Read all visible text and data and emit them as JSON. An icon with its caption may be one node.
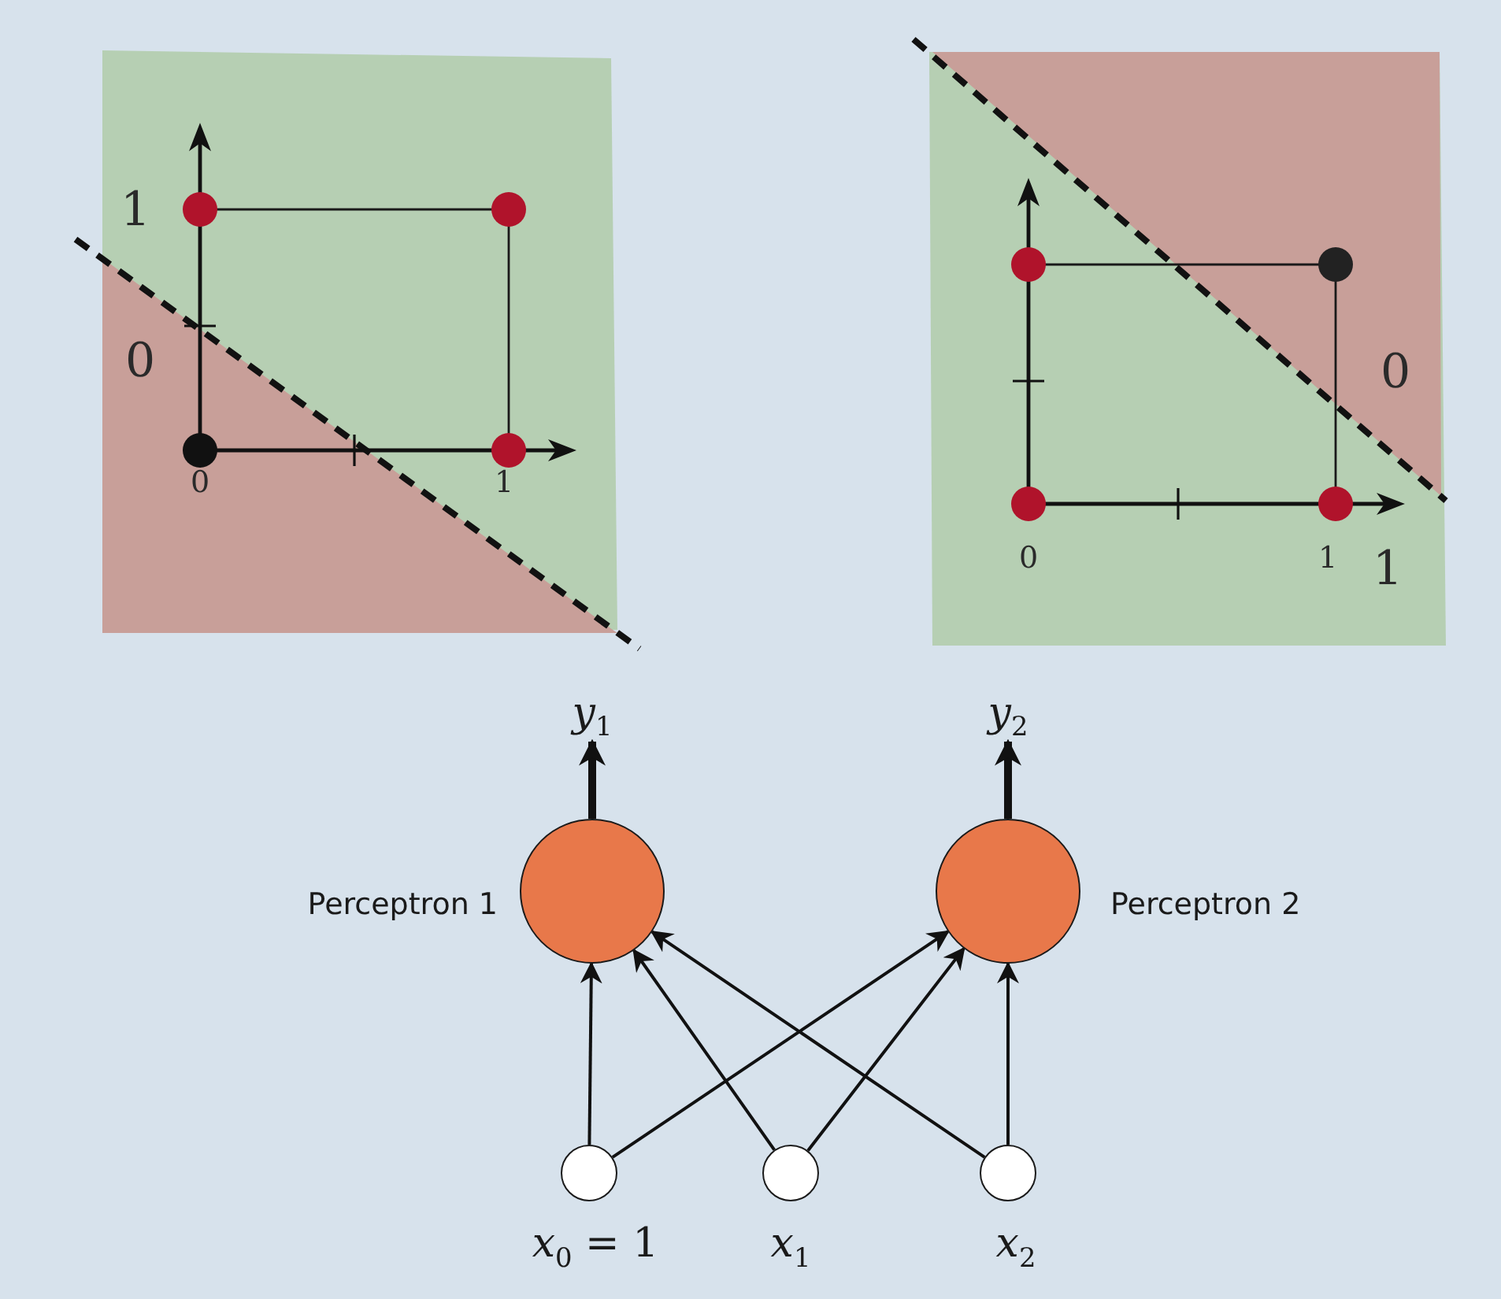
{
  "diagram": {
    "nodes": [
      {
        "text": [
          "*y*$_{1}$"
        ]
      },
      {
        "text": [
          "*y*$_{2}$"
        ]
      },
      {
        "text": [],
        "shape": "circle",
        "beside": [
          "Perceptron 1"
        ]
      },
      {
        "text": [],
        "shape": "circle",
        "beside": [
          "Perceptron 2"
        ]
      },
      {
        "text": [],
        "shape": "circle",
        "beside": [
          "*x*$_{0}$ = 1"
        ]
      },
      {
        "text": [],
        "shape": "circle",
        "beside": [
          "*x*$_{1}$"
        ]
      },
      {
        "text": [],
        "shape": "circle",
        "beside": [
          "*x*$_{2}$"
        ]
      }
    ],
    "edges": [
      {
        "from": 2,
        "to": 0,
        "arrow": "to",
        "style": "thick"
      },
      {
        "from": 3,
        "to": 1,
        "arrow": "to",
        "style": "thick"
      },
      {
        "from": 4,
        "to": 2,
        "arrow": "to"
      },
      {
        "from": 4,
        "to": 3,
        "arrow": "to"
      },
      {
        "from": 5,
        "to": 2,
        "arrow": "to"
      },
      {
        "from": 5,
        "to": 3,
        "arrow": "to"
      },
      {
        "from": 6,
        "to": 2,
        "arrow": "to"
      },
      {
        "from": 6,
        "to": 3,
        "arrow": "to"
      }
    ],
    "labels": [
      "1",
      "0",
      "0",
      "1",
      "0",
      "0",
      "1",
      "1"
    ]
  }
}
